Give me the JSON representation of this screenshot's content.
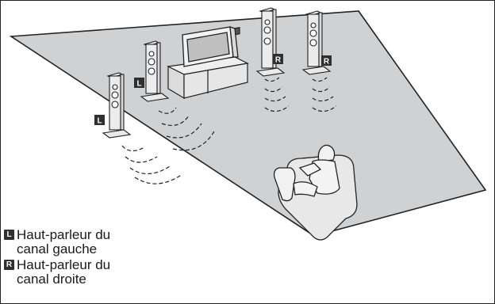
{
  "legend": {
    "left_badge": "L",
    "left_text": "Haut-parleur du canal gauche",
    "right_badge": "R",
    "right_text": "Haut-parleur du canal droite"
  },
  "markers": {
    "front_left": "L",
    "rear_left": "L",
    "front_right": "R",
    "rear_right": "R"
  },
  "colors": {
    "floor": "#cfd1d3",
    "floor_edge": "#222222",
    "badge": "#2f2f2f",
    "speaker": "#e9e9e9"
  }
}
